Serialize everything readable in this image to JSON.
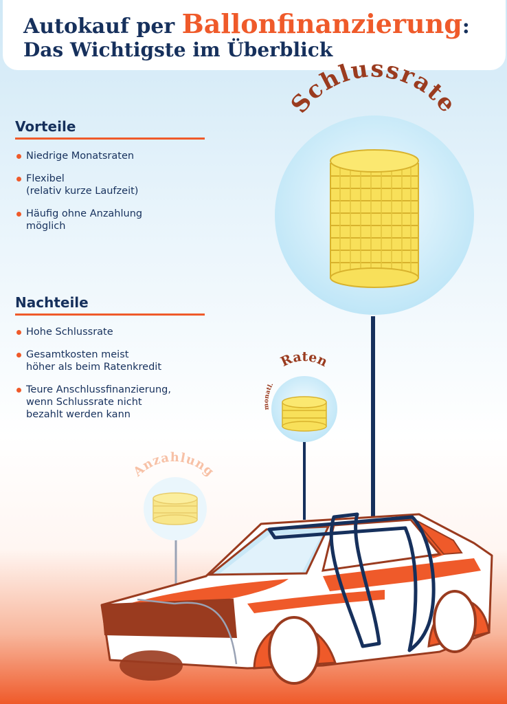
{
  "title": {
    "part1": "Autokauf per ",
    "highlight": "Ballonfinanzierung",
    "colon": ":",
    "line2": "Das Wichtigste im Überblick"
  },
  "vorteile": {
    "heading": "Vorteile",
    "items": [
      {
        "line1": "Niedrige Monatsraten",
        "line2": ""
      },
      {
        "line1": "Flexibel",
        "line2": "(relativ kurze Laufzeit)"
      },
      {
        "line1": "Häufig ohne Anzahlung",
        "line2": "möglich"
      }
    ]
  },
  "nachteile": {
    "heading": "Nachteile",
    "items": [
      {
        "line1": "Hohe Schlussrate",
        "line2": "",
        "line3": ""
      },
      {
        "line1": "Gesamtkosten meist",
        "line2": "höher als beim Ratenkredit",
        "line3": ""
      },
      {
        "line1": "Teure Anschlussfinanzierung,",
        "line2": "wenn Schlussrate nicht",
        "line3": "bezahlt werden kann"
      }
    ]
  },
  "labels": {
    "schlussrate": "Schlussrate",
    "raten": "Raten",
    "monatl": "monatl.",
    "anzahlung": "Anzahlung"
  },
  "colors": {
    "navy": "#16305c",
    "orange": "#ef5a2a",
    "rust": "#9a3b1f",
    "coin": "#f8e05a",
    "bubble": "#cfeefa"
  }
}
